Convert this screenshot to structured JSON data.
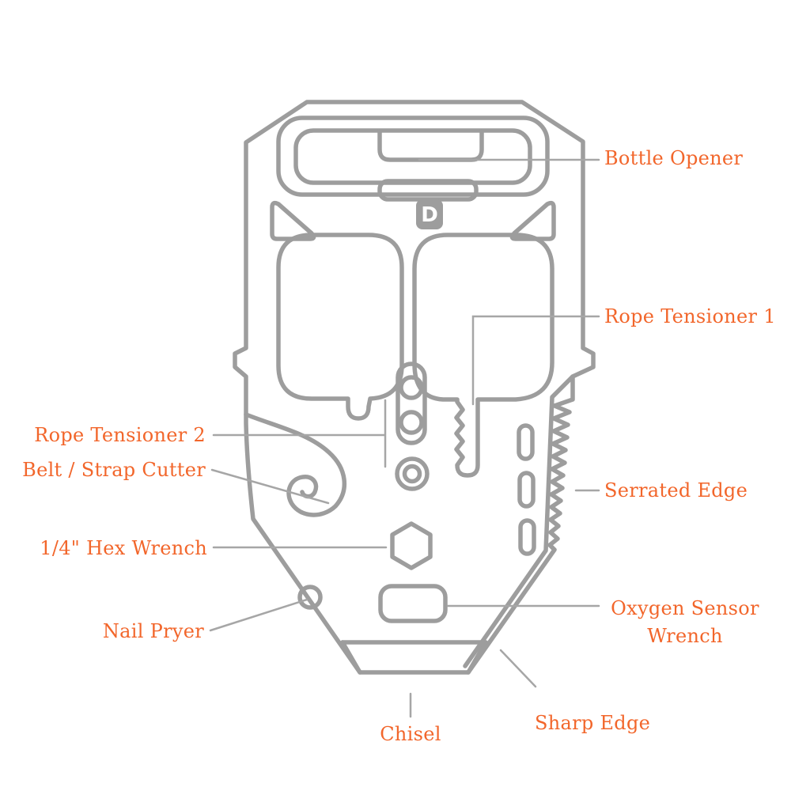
{
  "diagram_subject": "multi-tool feature callout diagram",
  "colors": {
    "label_text": "#F2662B",
    "line_art": "#9D9D9D",
    "background": "#FFFFFF"
  },
  "logo_letter": "D",
  "labels": {
    "bottle_opener": "Bottle Opener",
    "rope_tensioner_1": "Rope Tensioner 1",
    "rope_tensioner_2": "Rope Tensioner 2",
    "belt_strap_cutter": "Belt / Strap Cutter",
    "hex_wrench": "1/4\" Hex Wrench",
    "nail_pryer": "Nail Pryer",
    "serrated_edge": "Serrated Edge",
    "oxygen_sensor_wrench": "Oxygen Sensor Wrench",
    "chisel": "Chisel",
    "sharp_edge": "Sharp Edge"
  }
}
